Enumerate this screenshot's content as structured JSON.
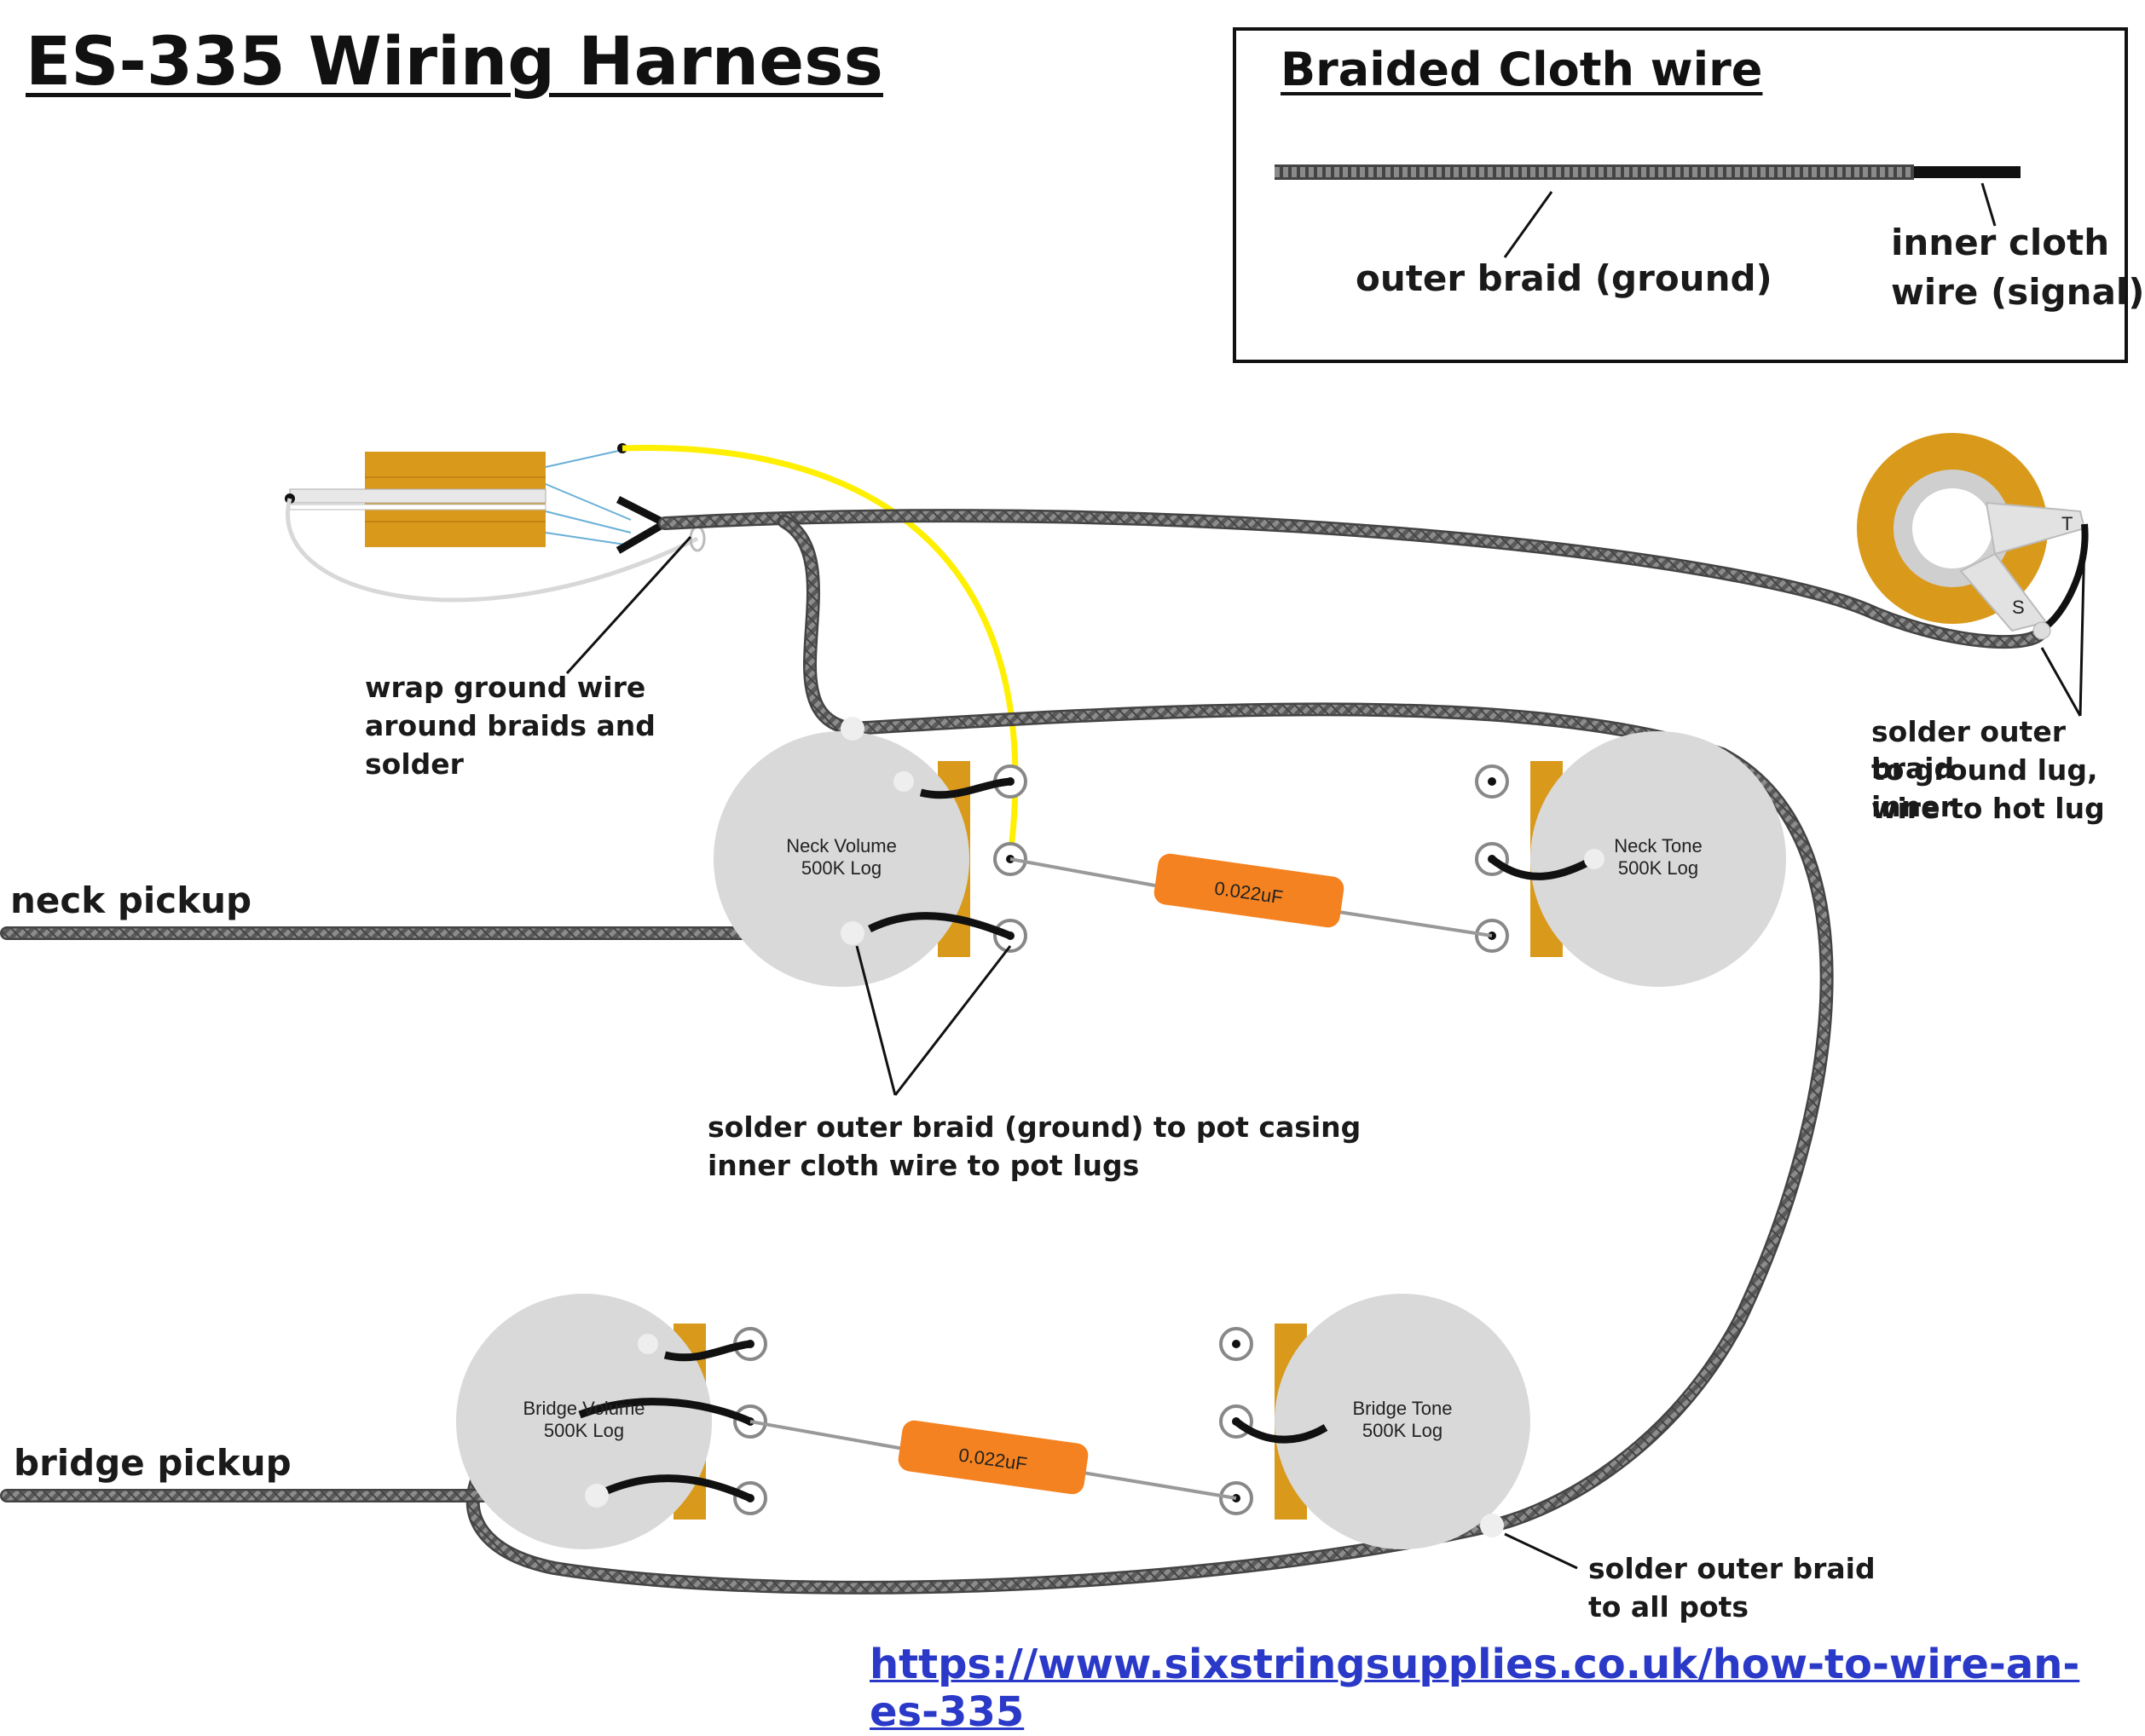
{
  "title": "ES-335 Wiring Harness",
  "legend": {
    "title": "Braided Cloth wire",
    "outer_label": "outer braid (ground)",
    "inner_label_line1": "inner cloth",
    "inner_label_line2": "wire (signal)"
  },
  "pickups": {
    "neck": "neck pickup",
    "bridge": "bridge pickup"
  },
  "pots": {
    "neck_volume": {
      "name": "Neck Volume",
      "value": "500K Log"
    },
    "neck_tone": {
      "name": "Neck Tone",
      "value": "500K Log"
    },
    "bridge_volume": {
      "name": "Bridge Volume",
      "value": "500K Log"
    },
    "bridge_tone": {
      "name": "Bridge Tone",
      "value": "500K Log"
    }
  },
  "capacitors": {
    "neck": "0.022uF",
    "bridge": "0.022uF"
  },
  "jack": {
    "tip": "T",
    "sleeve": "S"
  },
  "notes": {
    "wrap_ground_l1": "wrap ground wire",
    "wrap_ground_l2": "around braids and",
    "wrap_ground_l3": "solder",
    "jack_l1": "solder outer braid",
    "jack_l2": "to ground lug, inner",
    "jack_l3": "wire to hot lug",
    "pot_l1": "solder outer braid (ground) to pot casing",
    "pot_l2": "inner cloth wire to pot lugs",
    "all_pots_l1": "solder outer braid",
    "all_pots_l2": "to all pots"
  },
  "url": "https://www.sixstringsupplies.co.uk/how-to-wire-an-es-335",
  "colors": {
    "pot_body": "#d9d9d9",
    "pot_tab": "#d99a1c",
    "cap": "#f58220",
    "braid": "#6e6e6e",
    "signal": "#111111",
    "yellow_wire": "#ffef00",
    "switch_body": "#d99a1c",
    "url": "#2a39c8"
  }
}
